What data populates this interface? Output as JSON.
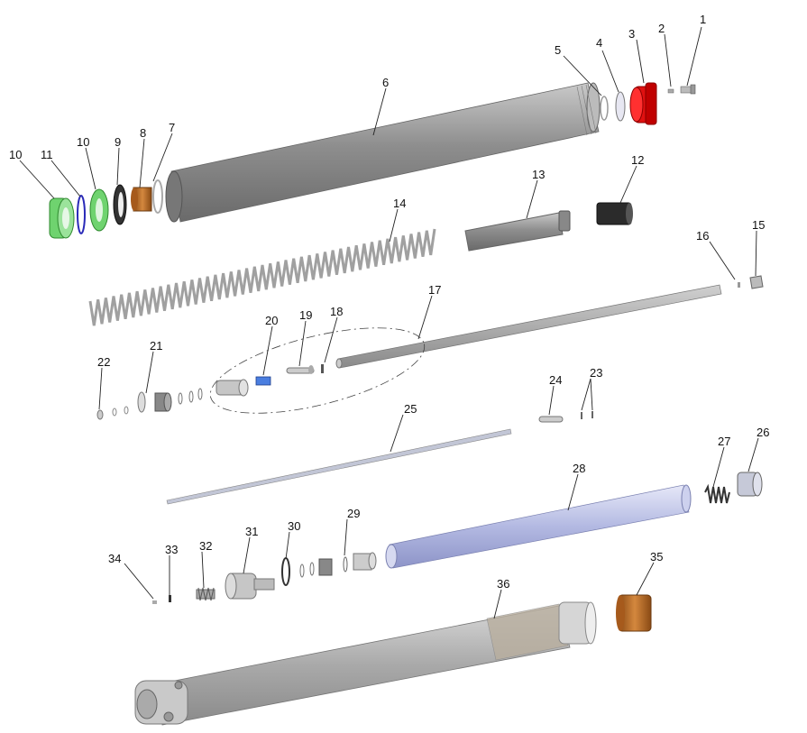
{
  "diagram": {
    "type": "exploded-parts-view",
    "callouts": [
      "1",
      "2",
      "3",
      "4",
      "5",
      "6",
      "7",
      "8",
      "9",
      "10",
      "10",
      "11",
      "12",
      "13",
      "14",
      "15",
      "16",
      "17",
      "18",
      "19",
      "20",
      "21",
      "22",
      "23",
      "24",
      "25",
      "26",
      "27",
      "28",
      "29",
      "30",
      "31",
      "32",
      "33",
      "34",
      "35",
      "36"
    ]
  },
  "colors": {
    "gray_body": "#9a9a9a",
    "dark_gray": "#5c5c5c",
    "red_cap": "#e01010",
    "green_seal": "#6fd36f",
    "blue_clip": "#2a2ab8",
    "bronze_bushing": "#b86a2a",
    "blue_tube": "#b9bfe6",
    "light_blue_spring": "#4a7ee0"
  },
  "icons": {
    "spring": "coil-spring-icon",
    "tube": "cylinder-icon"
  }
}
